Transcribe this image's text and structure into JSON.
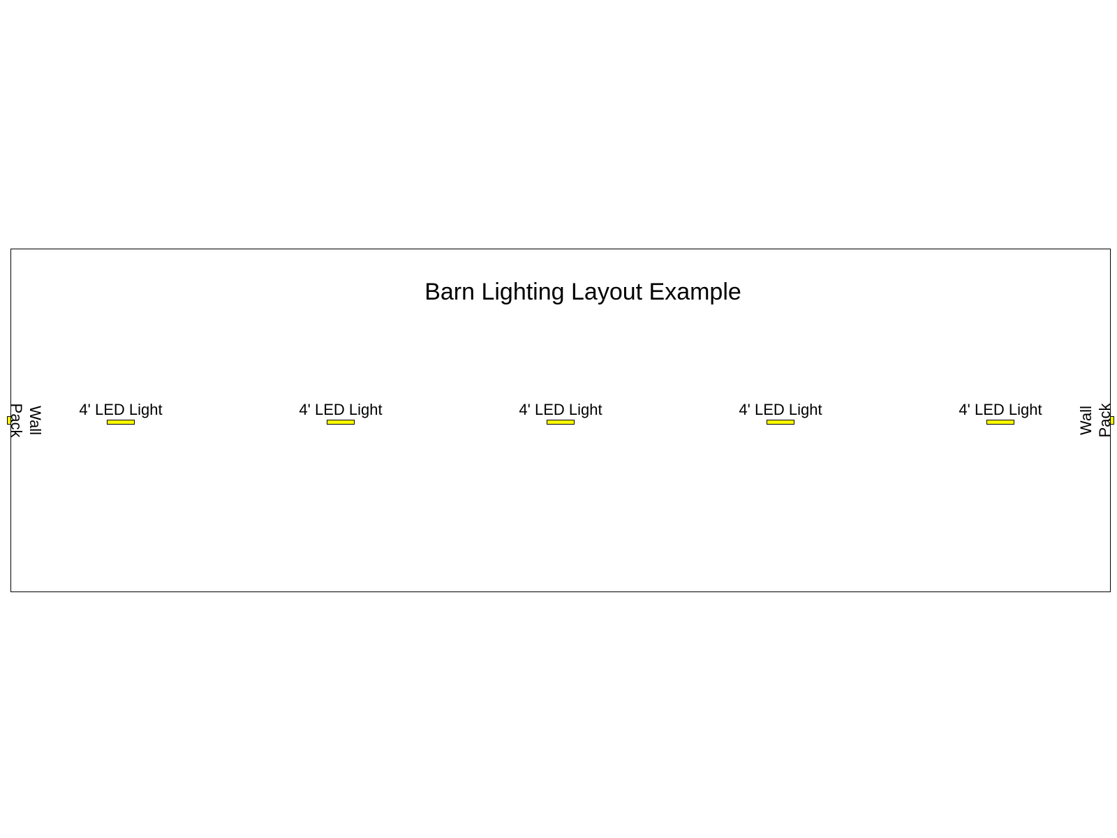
{
  "diagram": {
    "title": "Barn Lighting Layout Example",
    "fixture_color": "#ffff00",
    "led_lights": [
      {
        "label": "4' LED Light"
      },
      {
        "label": "4' LED Light"
      },
      {
        "label": "4' LED Light"
      },
      {
        "label": "4' LED Light"
      },
      {
        "label": "4' LED Light"
      }
    ],
    "wall_packs": {
      "left": {
        "line1": "Wall",
        "line2": "Pack"
      },
      "right": {
        "line1": "Wall",
        "line2": "Pack"
      }
    }
  }
}
